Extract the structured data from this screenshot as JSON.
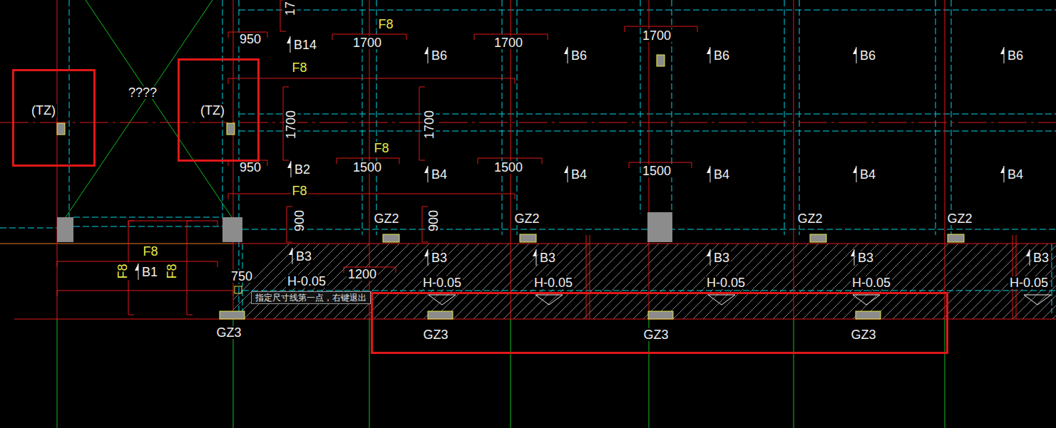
{
  "diagram": {
    "nodes": [
      {
        "text": [
          "(TZ)"
        ]
      },
      {
        "text": [
          "(TZ)"
        ]
      },
      {
        "text": [
          "GZ3",
          "GZ3",
          "GZ3"
        ]
      },
      {
        "text": [
          "指定尺寸线第一点，右键退出"
        ]
      }
    ],
    "labels": [
      "17",
      "950",
      "B14",
      "F8",
      "1700",
      "1700",
      "1700",
      "B6",
      "B6",
      "B6",
      "B6",
      "B6",
      "F8",
      "????",
      "1700",
      "1700",
      "F8",
      "950",
      "B2",
      "1500",
      "1500",
      "1500",
      "B4",
      "B4",
      "B4",
      "B4",
      "B4",
      "F8",
      "900",
      "900",
      "GZ2",
      "GZ2",
      "GZ2",
      "GZ2",
      "F8",
      "F8",
      "B1",
      "F8",
      "750",
      "B3",
      "H-0.05",
      "1200",
      "B3",
      "H-0.05",
      "B3",
      "H-0.05",
      "B3",
      "H-0.05",
      "B3",
      "H-0.05",
      "B3",
      "H-0.05",
      "GZ3"
    ]
  }
}
